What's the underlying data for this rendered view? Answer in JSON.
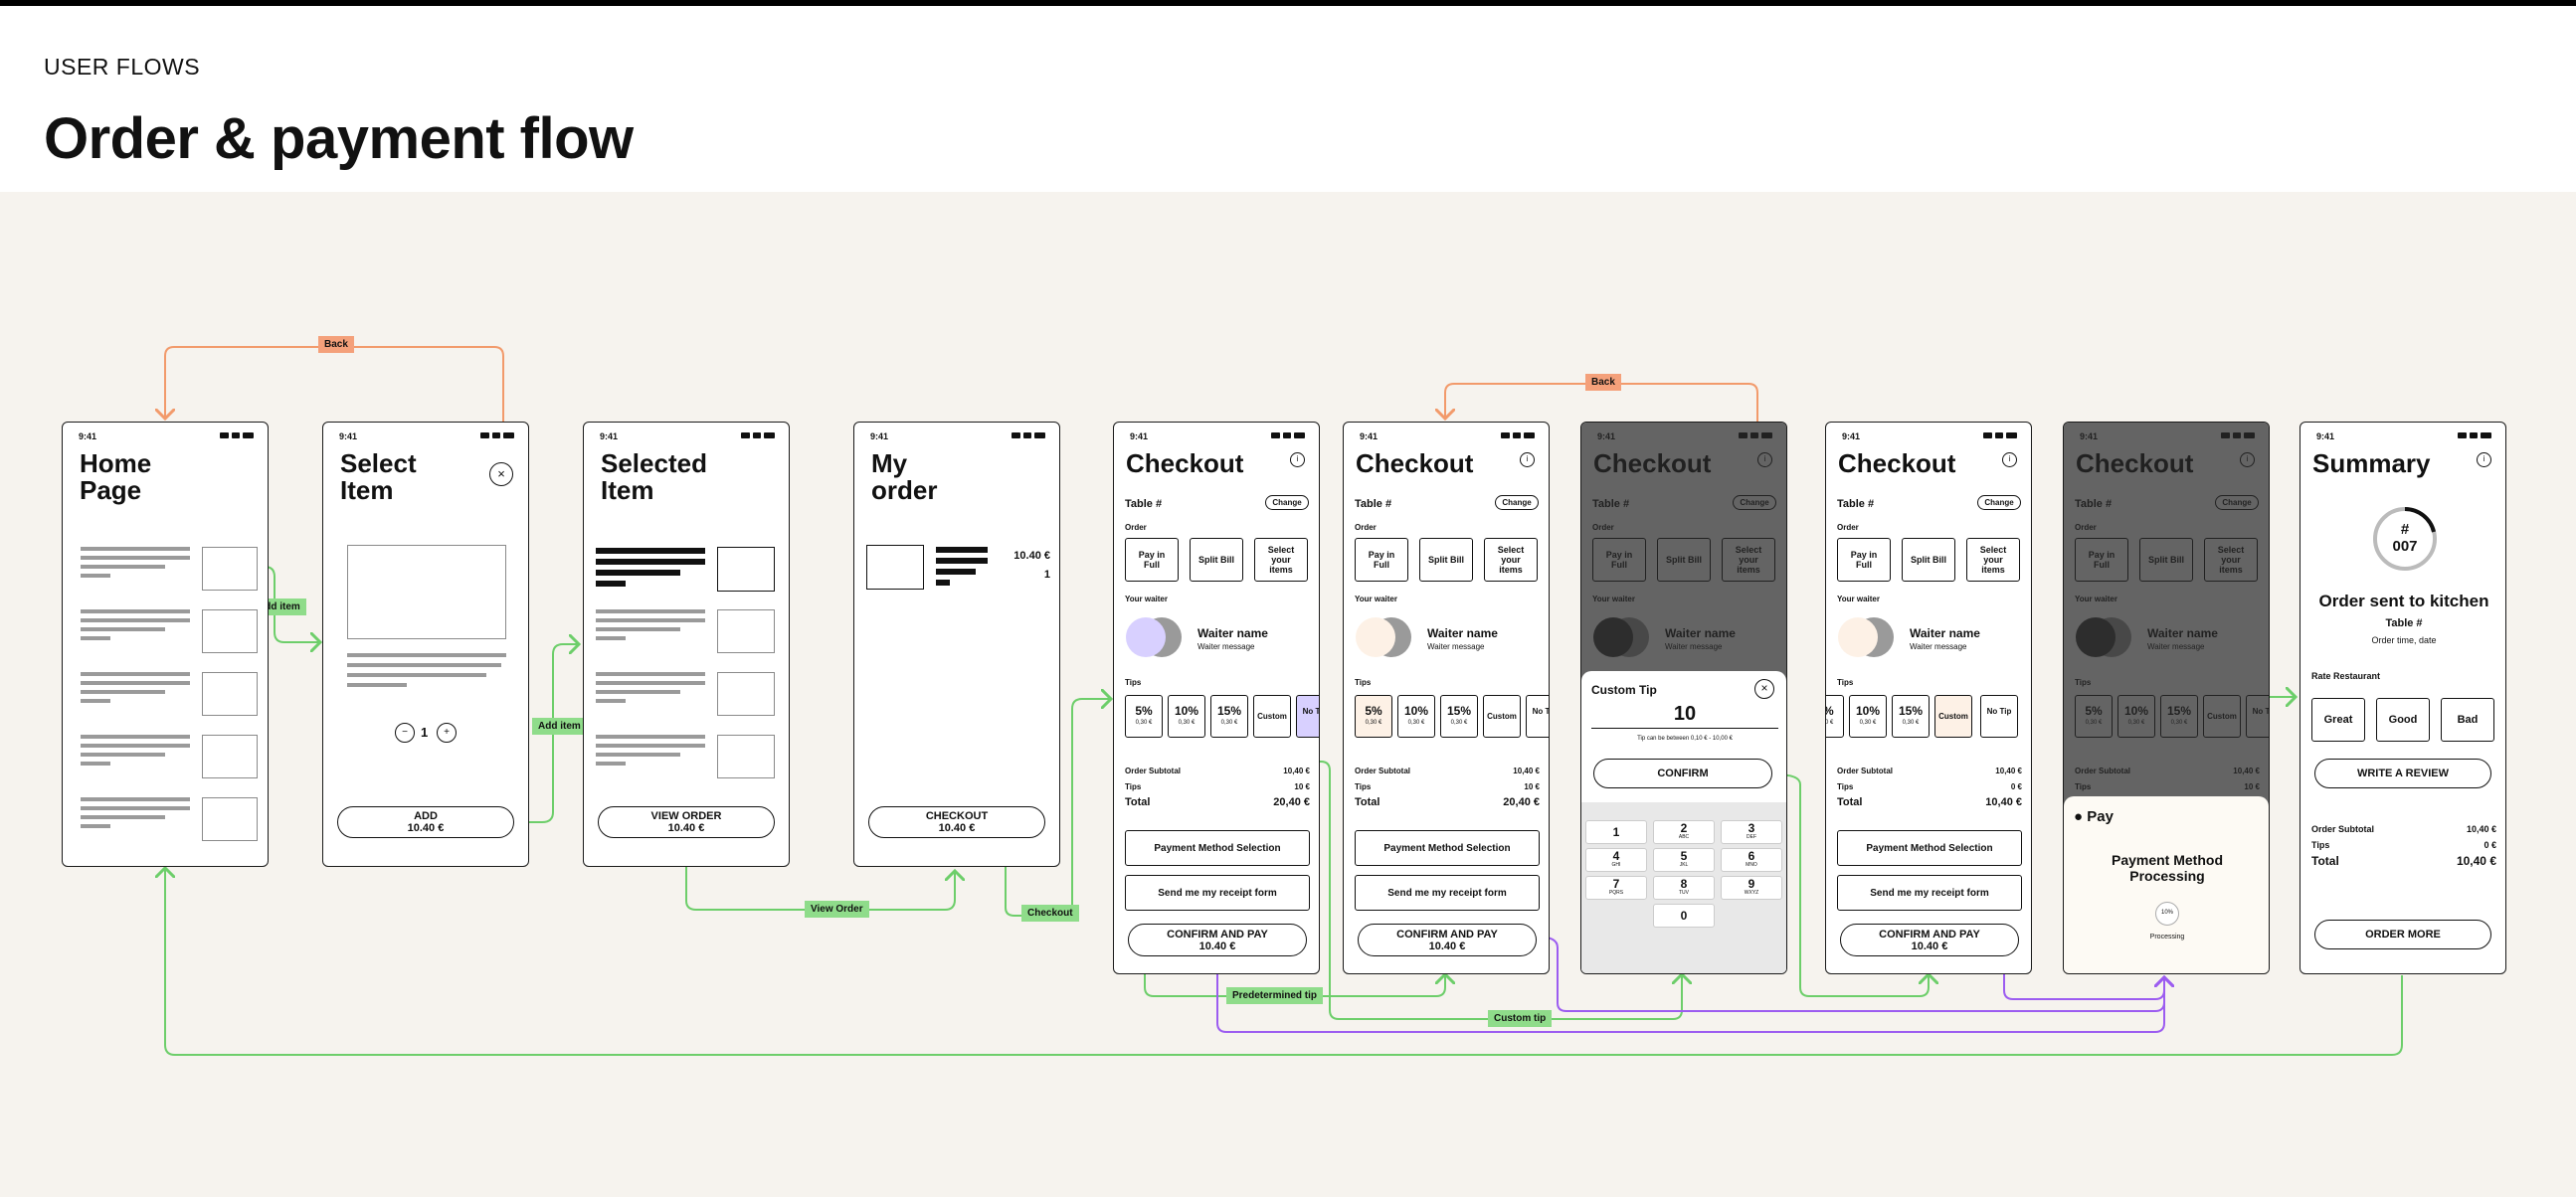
{
  "header": {
    "kicker": "USER FLOWS",
    "title": "Order & payment flow"
  },
  "colors": {
    "green": "#6dce6a",
    "orange": "#f29a6b",
    "purple": "#9c5cf0",
    "bg": "#f6f3ee"
  },
  "time": "9:41",
  "screens": {
    "home": {
      "title": "Home\nPage"
    },
    "select": {
      "title": "Select\nItem",
      "qty": "1",
      "add_label": "ADD",
      "add_price": "10.40 €"
    },
    "selected": {
      "title": "Selected\nItem",
      "btn_label": "VIEW ORDER",
      "btn_price": "10.40 €"
    },
    "myorder": {
      "title": "My\norder",
      "price": "10.40 €",
      "qty": "1",
      "btn_label": "CHECKOUT",
      "btn_price": "10.40 €"
    },
    "checkout": {
      "title": "Checkout",
      "table": "Table #",
      "change": "Change",
      "order": "Order",
      "pay_full": "Pay in Full",
      "split": "Split Bill",
      "select_items": "Select your items",
      "your_waiter": "Your waiter",
      "waiter_name": "Waiter name",
      "waiter_msg": "Waiter message",
      "tips": "Tips",
      "tip5": "5%",
      "tip10": "10%",
      "tip15": "15%",
      "tip5_sub": "0,30 €",
      "tip10_sub": "0,30 €",
      "tip15_sub": "0,30 €",
      "custom": "Custom",
      "no_tip": "No Tip",
      "subtotal_label": "Order Subtotal",
      "subtotal": "10,40 €",
      "tips_label": "Tips",
      "tips_val": "10 €",
      "tips_val_zero": "0 €",
      "total_label": "Total",
      "total": "20,40 €",
      "total_alt": "10,40 €",
      "pm": "Payment Method Selection",
      "receipt": "Send me my receipt form",
      "confirm_label": "CONFIRM AND PAY",
      "confirm_price": "10.40 €"
    },
    "custom_tip": {
      "title": "Custom Tip",
      "value": "10",
      "hint": "Tip can be between 0,10 € - 10,00 €",
      "confirm": "CONFIRM",
      "keys": [
        {
          "n": "1",
          "l": ""
        },
        {
          "n": "2",
          "l": "ABC"
        },
        {
          "n": "3",
          "l": "DEF"
        },
        {
          "n": "4",
          "l": "GHI"
        },
        {
          "n": "5",
          "l": "JKL"
        },
        {
          "n": "6",
          "l": "MNO"
        },
        {
          "n": "7",
          "l": "PQRS"
        },
        {
          "n": "8",
          "l": "TUV"
        },
        {
          "n": "9",
          "l": "WXYZ"
        },
        {
          "n": "0",
          "l": ""
        }
      ]
    },
    "apple_pay": {
      "brand": "Pay",
      "title": "Payment Method Processing",
      "pct": "10%",
      "status": "Processing"
    },
    "summary": {
      "title": "Summary",
      "hash": "#",
      "number": "007",
      "sent": "Order sent to kitchen",
      "table": "Table #",
      "time": "Order time, date",
      "rate": "Rate Restaurant",
      "great": "Great",
      "good": "Good",
      "bad": "Bad",
      "review": "WRITE A REVIEW",
      "subtotal_label": "Order Subtotal",
      "subtotal": "10,40 €",
      "tips_label": "Tips",
      "tips_val": "0 €",
      "total_label": "Total",
      "total": "10,40 €",
      "more": "ORDER MORE"
    }
  },
  "flow_labels": {
    "back": "Back",
    "add_item": "Add item",
    "view_order": "View Order",
    "checkout": "Checkout",
    "predetermined_tip": "Predetermined tip",
    "custom_tip": "Custom tip"
  }
}
